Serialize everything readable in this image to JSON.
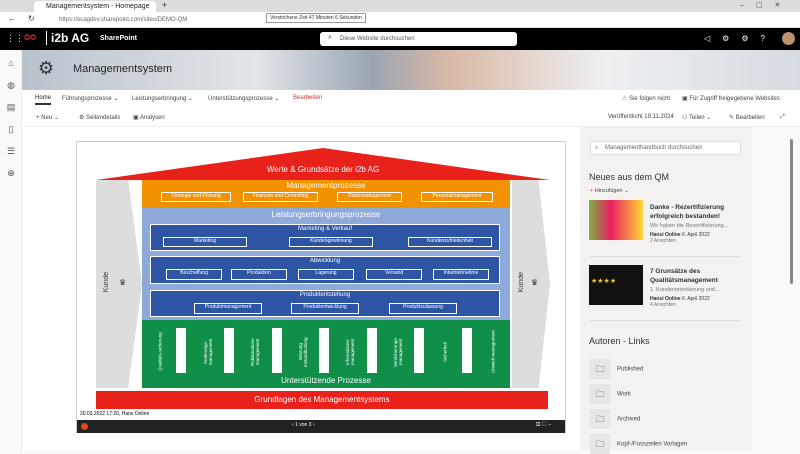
{
  "browser": {
    "tab_title": "Managementsystem - Homepage",
    "url": "https://ocagdev.sharepoint.com/sites/DEMO-QM",
    "tooltip": "Verstrichene Zeit 47 Minuten 6 Sekunden"
  },
  "suitebar": {
    "org": "i2b AG",
    "app": "SharePoint",
    "search_placeholder": "Diese Website durchsuchen"
  },
  "site": {
    "title": "Managementsystem"
  },
  "nav": {
    "items": [
      "Home",
      "Führungsprozesse",
      "Leistungserbringung",
      "Unterstützungsprozesse"
    ],
    "edit": "Bearbeiten",
    "follow": "Sie folgen nicht",
    "shared": "Für Zugriff freigegebene Websites"
  },
  "commands": {
    "new": "Neu",
    "details": "Seitendetails",
    "analytics": "Analysen",
    "published": "Veröffentlicht 19.11.2024",
    "share": "Teilen",
    "edit": "Bearbeiten"
  },
  "diagram": {
    "roof": "Werte & Grundsätze der i2b AG",
    "mgmt": {
      "title": "Managementprozesse",
      "items": [
        "Strategie und Planung",
        "Finanzen und Controlling",
        "Risikomanagement",
        "Personalmanagement"
      ]
    },
    "core": {
      "title": "Leistungserbringungsprozesse",
      "groups": [
        {
          "title": "Marketing & Verkauf",
          "items": [
            "Marketing",
            "Kundengewinnung",
            "Kundenzufriedenheit"
          ]
        },
        {
          "title": "Abwicklung",
          "items": [
            "Beschaffung",
            "Produktion",
            "Lagerung",
            "Versand",
            "Inbetriebnahme"
          ]
        },
        {
          "title": "Produktentstehung",
          "items": [
            "Produktmanagement",
            "Produktentwicklung",
            "Produktzulassung"
          ]
        }
      ]
    },
    "support": {
      "title": "Unterstützende Prozesse",
      "items": [
        "Qualitäts-sicherung",
        "Änderungs-management",
        "Reklamations-management",
        "Wartung Instandhaltung",
        "Informations-management",
        "Versicherungs-management",
        "Sicherheit",
        "Umwelt-management"
      ]
    },
    "base": "Grundlagen des Managementsystems",
    "customer": "Kunde",
    "caption": "20.03.2022 17:20, Hans Online",
    "pager": "1 von 3"
  },
  "sidebar": {
    "search_placeholder": "Managementhandbuch durchsuchen",
    "news_title": "Neues aus dem QM",
    "add": "Hinzufügen",
    "news": [
      {
        "title": "Danke - Rezertifizierung erfolgreich bestanden!",
        "excerpt": "Wir haben die Rezertifizierung...",
        "author": "Hansi Online",
        "date": "6. April 2022",
        "views": "2 Ansichten"
      },
      {
        "title": "7 Grunsätze des Qualitätsmanagement",
        "excerpt": "1. Kundenorientierung und...",
        "author": "Hansi Online",
        "date": "6. April 2022",
        "views": "4 Ansichten"
      }
    ],
    "links_title": "Autoren - Links",
    "links": [
      "Published",
      "Work",
      "Archived",
      "Kopf-/Fusszeilen Vorlagen"
    ]
  }
}
